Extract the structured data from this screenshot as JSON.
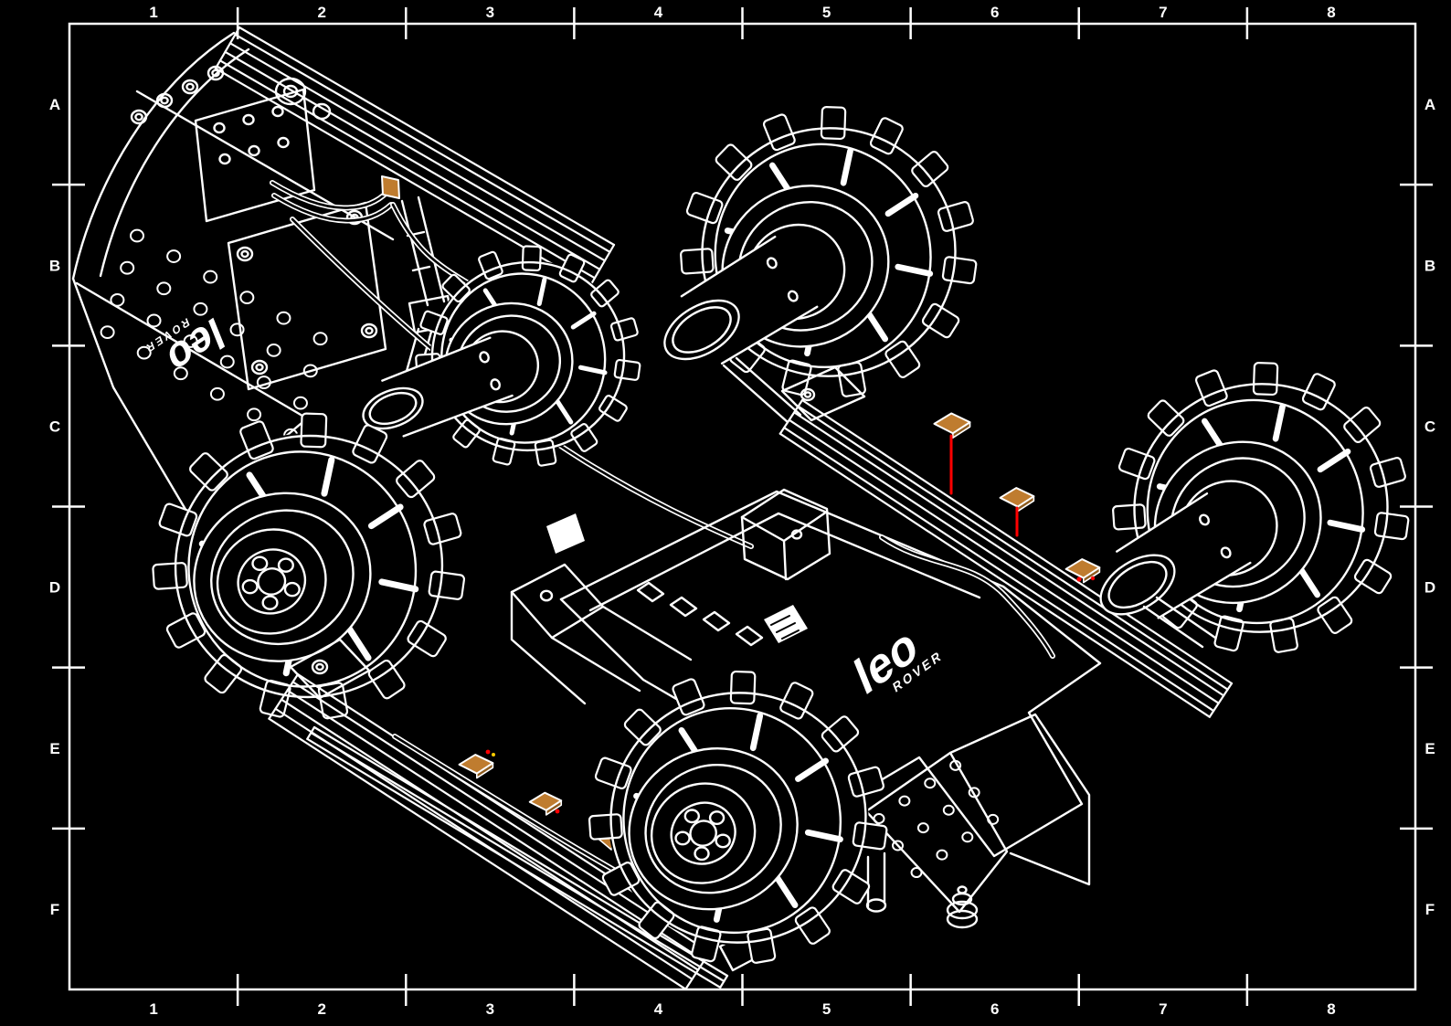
{
  "frame": {
    "columns": [
      "1",
      "2",
      "3",
      "4",
      "5",
      "6",
      "7",
      "8"
    ],
    "rows": [
      "A",
      "B",
      "C",
      "D",
      "E",
      "F"
    ]
  },
  "logos": {
    "main": {
      "word": "leo",
      "sub": "ROVER"
    },
    "front": {
      "word": "leo",
      "sub": "ROVER"
    }
  },
  "colors": {
    "background": "#000000",
    "line": "#ffffff",
    "highlight": "#bf7c2f",
    "highlight_shadow": "#8f5d20",
    "leader": "#ff0000",
    "leader_dot": "#ffcc00"
  },
  "highlights": [
    {
      "id": "pad-rail-right-1",
      "has_leader": true
    },
    {
      "id": "pad-rail-right-2",
      "has_leader": true
    },
    {
      "id": "pad-rail-right-3",
      "has_leader": false
    },
    {
      "id": "pad-rail-left-1",
      "has_leader": false
    },
    {
      "id": "pad-rail-left-2",
      "has_leader": false
    },
    {
      "id": "pad-wedge-left",
      "has_leader": false
    },
    {
      "id": "pad-front-cable",
      "has_leader": false
    }
  ]
}
